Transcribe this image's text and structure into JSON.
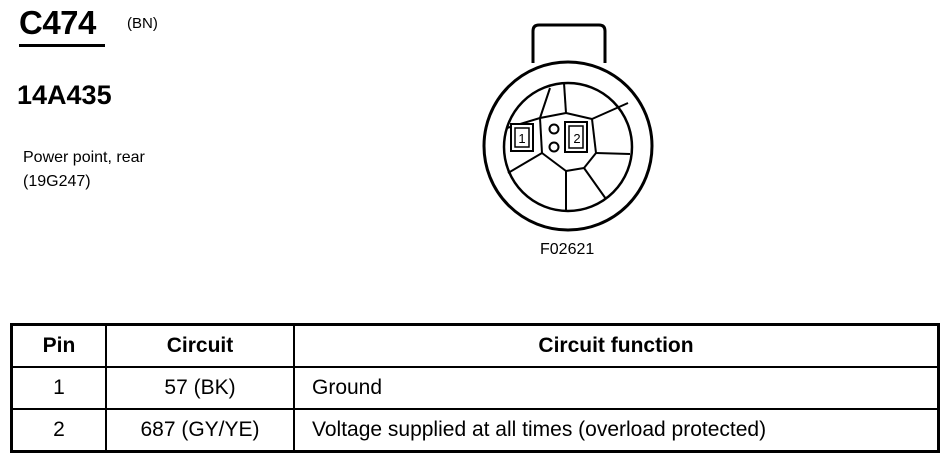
{
  "header": {
    "connector_id": "C474",
    "color_code": "(BN)",
    "part_number": "14A435",
    "description_line1": "Power point, rear",
    "description_line2": "(19G247)"
  },
  "diagram": {
    "pin1_label": "1",
    "pin2_label": "2",
    "figure_code": "F02621"
  },
  "table": {
    "headers": {
      "pin": "Pin",
      "circuit": "Circuit",
      "function": "Circuit function"
    },
    "rows": [
      {
        "pin": "1",
        "circuit": "57 (BK)",
        "function": "Ground"
      },
      {
        "pin": "2",
        "circuit": "687 (GY/YE)",
        "function": "Voltage supplied at all times (overload protected)"
      }
    ]
  }
}
